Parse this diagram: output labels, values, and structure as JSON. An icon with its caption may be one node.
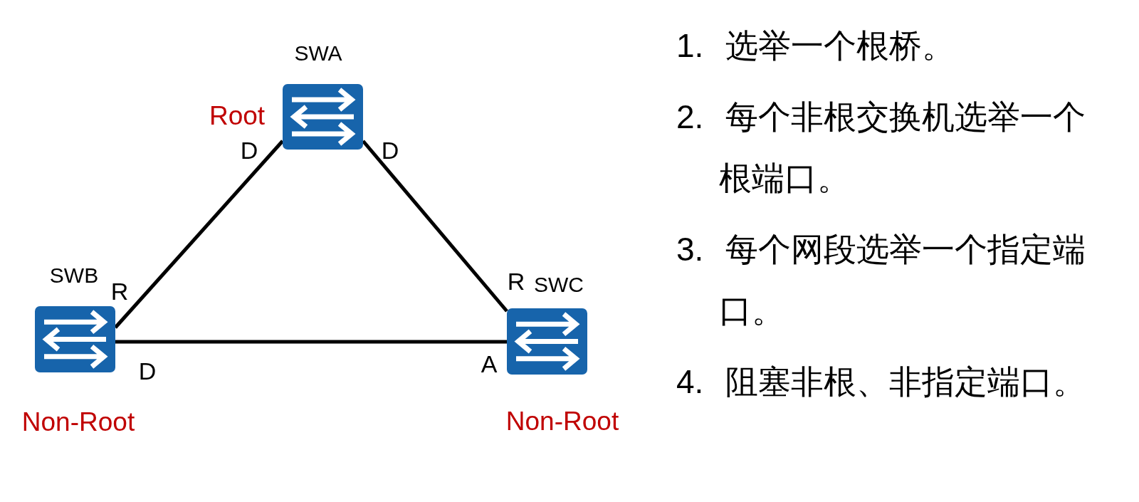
{
  "diagram": {
    "nodes": [
      {
        "text": [
          "SWA"
        ],
        "beside": [
          "Root"
        ]
      },
      {
        "text": [
          "SWB"
        ],
        "beside": [
          "Non-Root"
        ]
      },
      {
        "text": [
          "SWC"
        ],
        "beside": [
          "Non-Root"
        ]
      }
    ],
    "edges": [
      {
        "from": 0,
        "to": 1,
        "arrow": "none"
      },
      {
        "from": 0,
        "to": 2,
        "arrow": "none"
      },
      {
        "from": 1,
        "to": 2,
        "arrow": "none"
      }
    ],
    "labels": [
      "D",
      "D",
      "R",
      "R",
      "D",
      "A",
      "1. 选举一个根桥。",
      "2. 每个非根交换机选举一个根端口。",
      "3. 每个网段选举一个指定端口。",
      "4. 阻塞非根、非指定端口。"
    ]
  }
}
